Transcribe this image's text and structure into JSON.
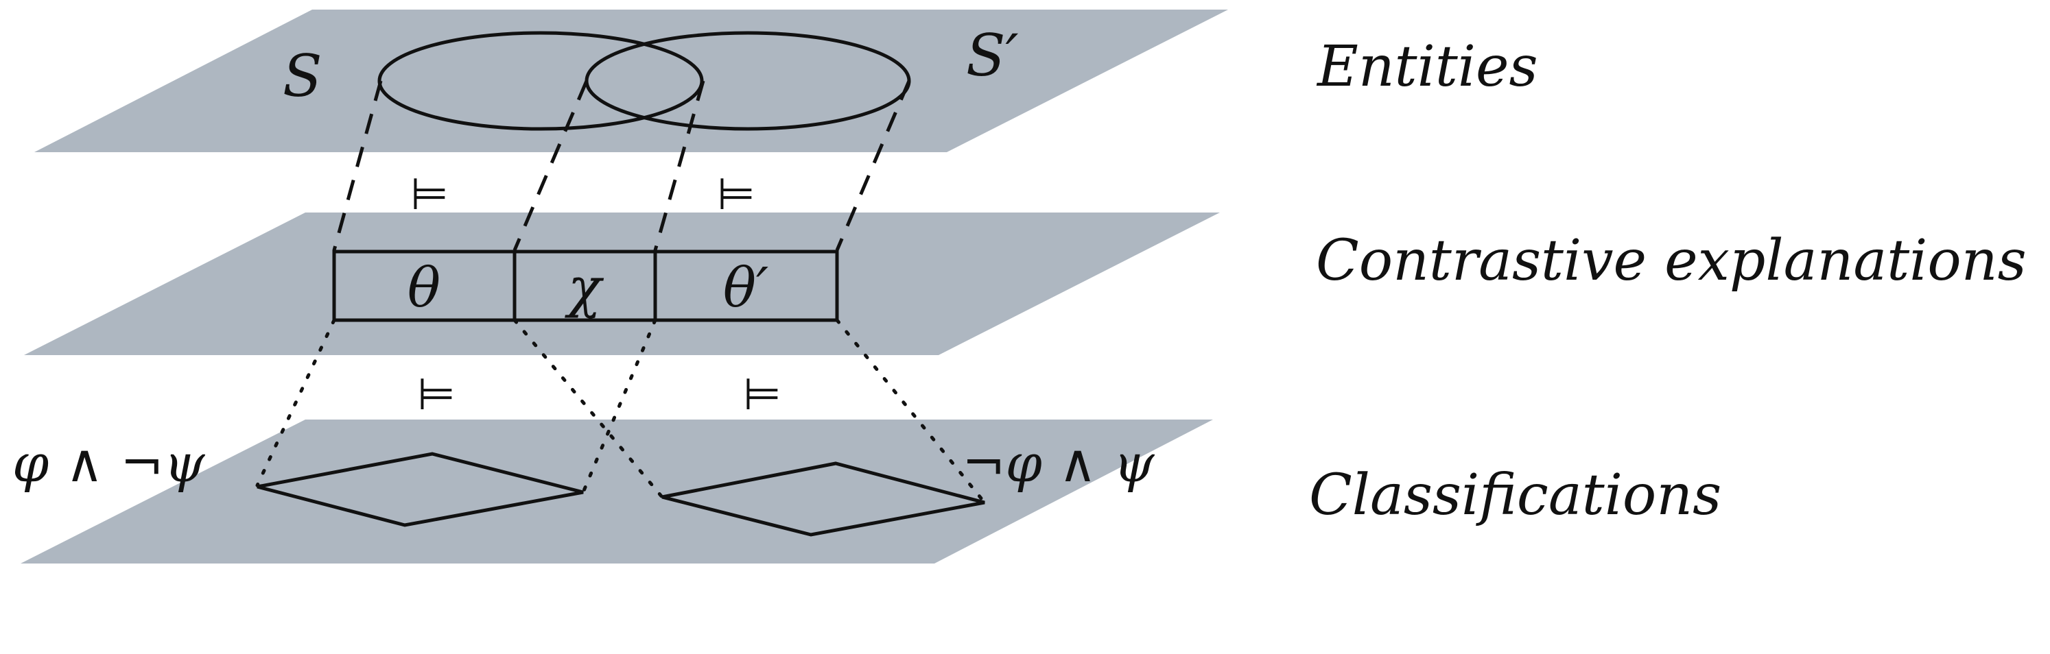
{
  "labels": {
    "entities": "Entities",
    "contrastive_explanations": "Contrastive explanations",
    "classifications": "Classifications"
  },
  "sets": {
    "s": "S",
    "s_prime": "S′"
  },
  "explanations": {
    "theta": "θ",
    "chi": "χ",
    "theta_prime": "θ′"
  },
  "formulas": {
    "left": "φ ∧ ¬ψ",
    "right": "¬φ ∧ ψ"
  },
  "relations": {
    "entails_upper_left": "⊨",
    "entails_upper_right": "⊨",
    "entails_lower_left": "⊨",
    "entails_lower_right": "⊨"
  },
  "colors": {
    "plane": "#aeb7c1",
    "ink": "#111111",
    "background": "#ffffff"
  }
}
